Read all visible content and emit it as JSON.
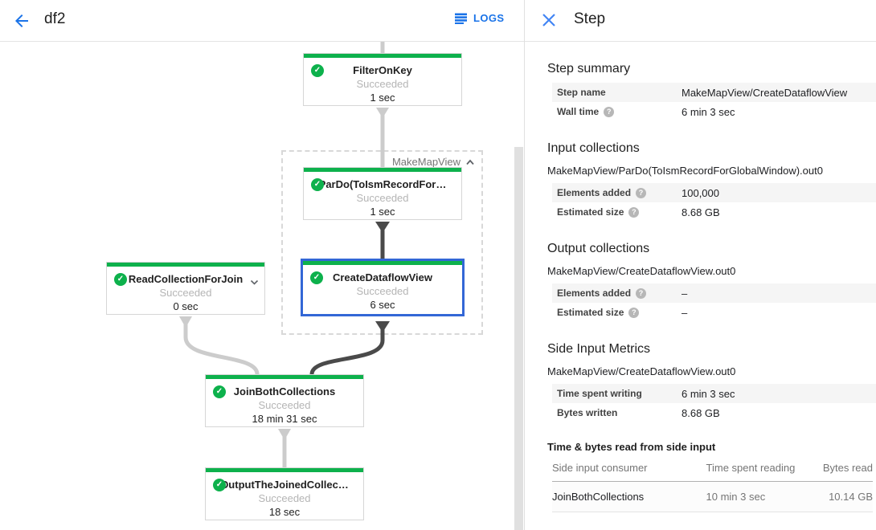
{
  "colors": {
    "accent_blue": "#1a73e8",
    "selection_blue": "#3367d6",
    "success_green": "#0db14c",
    "edge_light": "#cccccc",
    "edge_dark": "#4a4a4a"
  },
  "icons": {
    "check": "✓",
    "help": "?"
  },
  "header": {
    "title": "df2",
    "logs_label": "LOGS"
  },
  "panel_header": {
    "title": "Step"
  },
  "graph": {
    "group": {
      "label": "MakeMapView"
    },
    "nodes": [
      {
        "title": "FilterOnKey",
        "status": "Succeeded",
        "time": "1 sec"
      },
      {
        "title": "ParDo(ToIsmRecordFor…",
        "status": "Succeeded",
        "time": "1 sec"
      },
      {
        "title": "CreateDataflowView",
        "status": "Succeeded",
        "time": "6 sec",
        "selected": true
      },
      {
        "title": "ReadCollectionForJoin",
        "status": "Succeeded",
        "time": "0 sec"
      },
      {
        "title": "JoinBothCollections",
        "status": "Succeeded",
        "time": "18 min 31 sec"
      },
      {
        "title": "OutputTheJoinedCollec…",
        "status": "Succeeded",
        "time": "18 sec"
      }
    ]
  },
  "step": {
    "summary": {
      "heading": "Step summary",
      "rows": [
        {
          "label": "Step name",
          "value": "MakeMapView/CreateDataflowView"
        },
        {
          "label": "Wall time",
          "value": "6 min 3 sec"
        }
      ]
    },
    "input": {
      "heading": "Input collections",
      "collection": "MakeMapView/ParDo(ToIsmRecordForGlobalWindow).out0",
      "rows": [
        {
          "label": "Elements added",
          "value": "100,000"
        },
        {
          "label": "Estimated size",
          "value": "8.68 GB"
        }
      ]
    },
    "output": {
      "heading": "Output collections",
      "collection": "MakeMapView/CreateDataflowView.out0",
      "rows": [
        {
          "label": "Elements added",
          "value": "–"
        },
        {
          "label": "Estimated size",
          "value": "–"
        }
      ]
    },
    "side_input": {
      "heading": "Side Input Metrics",
      "collection": "MakeMapView/CreateDataflowView.out0",
      "rows": [
        {
          "label": "Time spent writing",
          "value": "6 min 3 sec"
        },
        {
          "label": "Bytes written",
          "value": "8.68 GB"
        }
      ],
      "table": {
        "title": "Time & bytes read from side input",
        "columns": [
          "Side input consumer",
          "Time spent reading",
          "Bytes read"
        ],
        "rows": [
          {
            "consumer": "JoinBothCollections",
            "time": "10 min 3 sec",
            "bytes": "10.14 GB"
          }
        ]
      }
    }
  }
}
